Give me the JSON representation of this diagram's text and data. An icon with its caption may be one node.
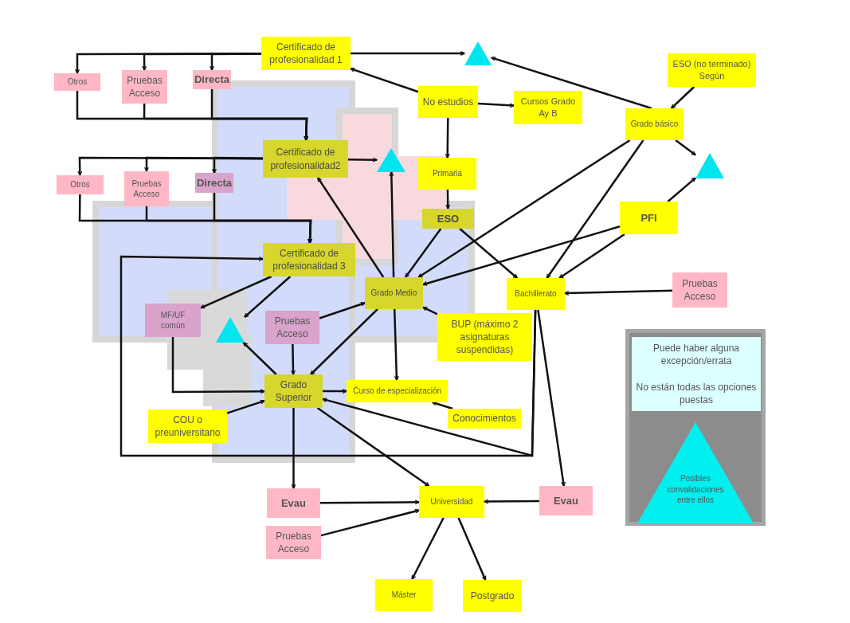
{
  "diagram": {
    "nodes": [
      {
        "text": [
          "Certificado de profesionalidad 1"
        ]
      },
      {
        "text": [
          "Otros"
        ]
      },
      {
        "text": [
          "Pruebas Acceso"
        ]
      },
      {
        "text": [
          "Directa"
        ]
      },
      {
        "text": [],
        "shape": "triangle"
      },
      {
        "text": [
          "No estudios"
        ]
      },
      {
        "text": [
          "Cursos Grado Ay B"
        ]
      },
      {
        "text": [
          "ESO (no terminado) Según"
        ]
      },
      {
        "text": [
          "Grado básico"
        ]
      },
      {
        "text": [
          "Certificado de profesionalidad2"
        ]
      },
      {
        "text": [
          "Otros"
        ]
      },
      {
        "text": [
          "Pruebas Acceso"
        ]
      },
      {
        "text": [
          "Directa"
        ]
      },
      {
        "text": [],
        "shape": "triangle"
      },
      {
        "text": [
          "Primaria"
        ]
      },
      {
        "text": [],
        "shape": "triangle"
      },
      {
        "text": [
          "ESO"
        ]
      },
      {
        "text": [
          "PFI"
        ]
      },
      {
        "text": [
          "Certificado de profesionalidad 3"
        ]
      },
      {
        "text": [
          "Grado Medio"
        ]
      },
      {
        "text": [
          "Bachillerato"
        ]
      },
      {
        "text": [
          "Pruebas Acceso"
        ]
      },
      {
        "text": [
          "MF/UF común"
        ]
      },
      {
        "text": [],
        "shape": "triangle"
      },
      {
        "text": [
          "Pruebas Acceso"
        ]
      },
      {
        "text": [
          "BUP (máximo 2 asignaturas suspendidas)"
        ]
      },
      {
        "text": [
          "Grado Superior"
        ]
      },
      {
        "text": [
          "Curso de especialización"
        ]
      },
      {
        "text": [
          "Conocimientos"
        ]
      },
      {
        "text": [
          "COU o preuniversitario"
        ]
      },
      {
        "text": [
          "Evau"
        ]
      },
      {
        "text": [
          "Universidad"
        ]
      },
      {
        "text": [
          "Evau"
        ]
      },
      {
        "text": [
          "Pruebas Acceso"
        ]
      },
      {
        "text": [
          "Máster"
        ]
      },
      {
        "text": [
          "Postgrado"
        ]
      },
      {
        "text": [],
        "shape": "box"
      },
      {
        "text": [
          "Puede haber alguna excepción/errata",
          "No están todas las opciones puestas"
        ],
        "in": 36
      },
      {
        "text": [
          "Posibles convalidaciones entre ellos"
        ],
        "in": 36
      }
    ],
    "edges": [
      {
        "from": 0,
        "to": 1,
        "arrow": "to"
      },
      {
        "from": 0,
        "to": 2,
        "arrow": "to"
      },
      {
        "from": 0,
        "to": 3,
        "arrow": "to"
      },
      {
        "from": 1,
        "to": 9,
        "arrow": "to"
      },
      {
        "from": 2,
        "to": 9,
        "arrow": "to"
      },
      {
        "from": 3,
        "to": 9,
        "arrow": "to"
      },
      {
        "from": 0,
        "to": 4,
        "arrow": "to"
      },
      {
        "from": 5,
        "to": 0,
        "arrow": "to"
      },
      {
        "from": 5,
        "to": 6,
        "arrow": "to"
      },
      {
        "from": 5,
        "to": 14,
        "arrow": "to"
      },
      {
        "from": 14,
        "to": 16,
        "arrow": "to"
      },
      {
        "from": 8,
        "to": 4,
        "arrow": "to"
      },
      {
        "from": 7,
        "to": 8,
        "arrow": "to"
      },
      {
        "from": 8,
        "to": 15,
        "arrow": "to"
      },
      {
        "from": 17,
        "to": 15,
        "arrow": "to"
      },
      {
        "from": 8,
        "to": 19,
        "arrow": "to"
      },
      {
        "from": 8,
        "to": 20,
        "arrow": "to"
      },
      {
        "from": 17,
        "to": 19,
        "arrow": "to"
      },
      {
        "from": 17,
        "to": 20,
        "arrow": "to"
      },
      {
        "from": 9,
        "to": 13,
        "arrow": "to"
      },
      {
        "from": 9,
        "to": 10,
        "arrow": "to"
      },
      {
        "from": 9,
        "to": 11,
        "arrow": "to"
      },
      {
        "from": 9,
        "to": 12,
        "arrow": "to"
      },
      {
        "from": 10,
        "to": 18,
        "arrow": "to"
      },
      {
        "from": 11,
        "to": 18,
        "arrow": "to"
      },
      {
        "from": 12,
        "to": 18,
        "arrow": "to"
      },
      {
        "from": 19,
        "to": 9,
        "arrow": "to"
      },
      {
        "from": 19,
        "to": 13,
        "arrow": "to"
      },
      {
        "from": 16,
        "to": 19,
        "arrow": "to"
      },
      {
        "from": 16,
        "to": 20,
        "arrow": "to"
      },
      {
        "from": 18,
        "to": 22,
        "arrow": "to"
      },
      {
        "from": 18,
        "to": 23,
        "arrow": "to"
      },
      {
        "from": 26,
        "to": 23,
        "arrow": "to"
      },
      {
        "from": 24,
        "to": 19,
        "arrow": "to"
      },
      {
        "from": 24,
        "to": 26,
        "arrow": "to"
      },
      {
        "from": 19,
        "to": 26,
        "arrow": "to"
      },
      {
        "from": 19,
        "to": 27,
        "arrow": "to"
      },
      {
        "from": 25,
        "to": 19,
        "arrow": "to"
      },
      {
        "from": 22,
        "to": 26,
        "arrow": "to"
      },
      {
        "from": 26,
        "to": 27,
        "arrow": "to"
      },
      {
        "from": 28,
        "to": 27,
        "arrow": "to"
      },
      {
        "from": 29,
        "to": 26,
        "arrow": "to"
      },
      {
        "from": 20,
        "to": 26,
        "arrow": "to"
      },
      {
        "from": 20,
        "to": 18,
        "arrow": "to"
      },
      {
        "from": 20,
        "to": 32,
        "arrow": "to"
      },
      {
        "from": 21,
        "to": 20,
        "arrow": "to"
      },
      {
        "from": 26,
        "to": 30,
        "arrow": "to"
      },
      {
        "from": 26,
        "to": 31,
        "arrow": "to"
      },
      {
        "from": 30,
        "to": 31,
        "arrow": "to"
      },
      {
        "from": 33,
        "to": 31,
        "arrow": "to"
      },
      {
        "from": 32,
        "to": 31,
        "arrow": "to"
      },
      {
        "from": 31,
        "to": 34,
        "arrow": "to"
      },
      {
        "from": 31,
        "to": 35,
        "arrow": "to"
      }
    ]
  }
}
